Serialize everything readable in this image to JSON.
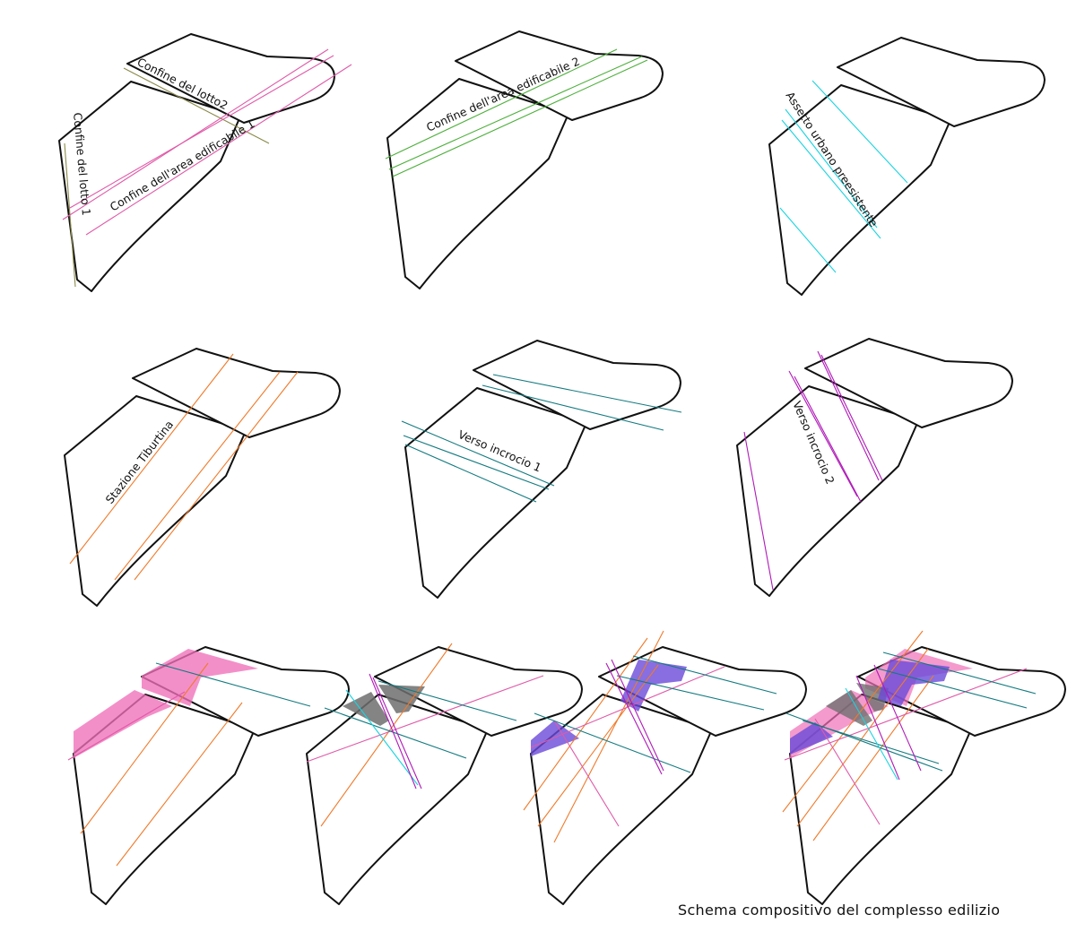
{
  "caption": "Schema compositivo del complesso edilizio",
  "colors": {
    "outline": "#111111",
    "lotto": "#8a8a4a",
    "area_edificabile_1": "#e05aa8",
    "area_edificabile_2": "#4caf3a",
    "assetto_urbano": "#18d4e0",
    "stazione_tiburtina": "#f07a2a",
    "incrocio_1": "#127a80",
    "incrocio_2": "#b01ab8",
    "fill_pink": "#f06fb8",
    "fill_gray": "#6f6f6f",
    "fill_violet": "#6a4ad8"
  },
  "panels": [
    {
      "id": "lotto",
      "labels": [
        "Confine del lotto2",
        "Confine dell'area edificabile 1",
        "Confine del lotto 1"
      ]
    },
    {
      "id": "area2",
      "labels": [
        "Confine dell'area edificabile 2"
      ]
    },
    {
      "id": "assetto",
      "labels": [
        "Assetto urbano preesistente"
      ]
    },
    {
      "id": "tiburtina",
      "labels": [
        "Stazione Tiburtina"
      ]
    },
    {
      "id": "incrocio1",
      "labels": [
        "Verso incrocio 1"
      ]
    },
    {
      "id": "incrocio2",
      "labels": [
        "Verso incrocio 2"
      ]
    },
    {
      "id": "combo1",
      "labels": []
    },
    {
      "id": "combo2",
      "labels": []
    },
    {
      "id": "combo3",
      "labels": []
    },
    {
      "id": "combo4",
      "labels": []
    }
  ]
}
